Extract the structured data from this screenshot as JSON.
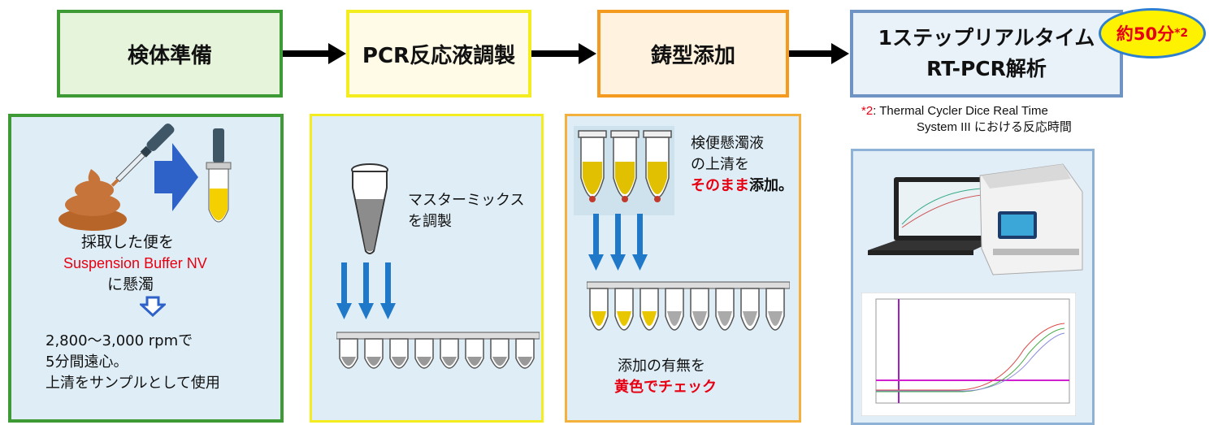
{
  "steps": {
    "s1": "検体準備",
    "s2": "PCR反応液調製",
    "s3": "鋳型添加",
    "s4_line1": "1ステップリアルタイム",
    "s4_line2": "RT-PCR解析"
  },
  "badge": {
    "text": "約50分",
    "sup": "*2"
  },
  "note": {
    "mark": "*2",
    "line1": ": Thermal Cycler Dice Real Time",
    "line2": "System III における反応時間"
  },
  "panel1": {
    "line1": "採取した便を",
    "line2": "Suspension Buffer NV",
    "line3": "に懸濁",
    "line4": "2,800～3,000 rpmで",
    "line5": "5分間遠心。",
    "line6": "上清をサンプルとして使用"
  },
  "panel2": {
    "line1": "マスターミックス",
    "line2": "を調製"
  },
  "panel3": {
    "line1": "検便懸濁液",
    "line2": "の上清を",
    "line3_red": "そのまま",
    "line3_rest": "添加。",
    "line4": "添加の有無を",
    "line5": "黄色でチェック"
  },
  "colors": {
    "green": "#3e9a34",
    "yellow": "#f3ec1f",
    "orange": "#f39a1f",
    "blue": "#6f93c2",
    "arrow_blue": "#1f78c8",
    "red": "#e60012"
  }
}
